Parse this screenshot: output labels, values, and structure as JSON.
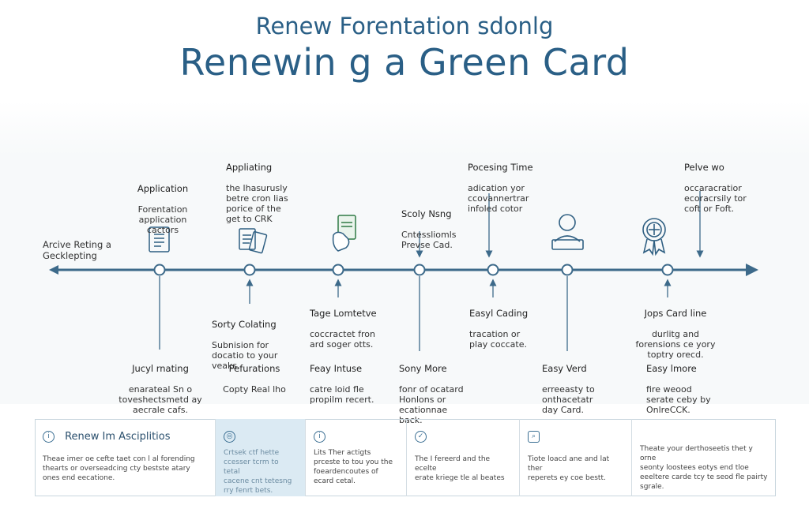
{
  "header": {
    "subtitle": "Renew Forentation sdonlg",
    "title": "Renewin g a Green Card"
  },
  "timeline": {
    "start_label": "Arcive Reting a\nGecklepting",
    "above": [
      {
        "title": "Application",
        "body": "Forentation\napplication cactors"
      },
      {
        "title": "Appliating",
        "body": "the lhasurusly\nbetre cron lias\nporice of the\nget to CRK"
      },
      {
        "title": "Scoly Nsng",
        "body": "Cntessliomls\nPrevse Cad."
      },
      {
        "title": "Pocesing Time",
        "body": "adication yor\nccovannertrar\ninfoled cotor"
      },
      {
        "title": "Pelve wo",
        "body": "occaracratior\necoracrsily tor\ncoft or Foft."
      }
    ],
    "below_near": [
      {
        "title": "Sorty Colating",
        "body": "Subnision for\ndocatio to your veaks"
      },
      {
        "title": "Tage Lomtetve",
        "body": "coccractet fron\nard soger otts."
      },
      {
        "title": "Easyl Cading",
        "body": "tracation or\nplay coccate."
      },
      {
        "title": "Jops Card line",
        "body": "durlitg and\nforensions ce yory\ntoptry orecd."
      }
    ],
    "below_far": [
      {
        "title": "Jucyl rnating",
        "body": "enarateal Sn o\ntoveshectsmetd ay\naecrale cafs."
      },
      {
        "title": "Pefurations",
        "body": "Copty Real lho"
      },
      {
        "title": "Feay Intuse",
        "body": "catre loid fle\npropilm recert."
      },
      {
        "title": "Sony More",
        "body": "fonr of ocatard\nHonlons or\necationnae\nback."
      },
      {
        "title": "Easy Verd",
        "body": "erreeasty to\nonthacetatr\nday Card."
      },
      {
        "title": "Easy lmore",
        "body": "fire weood\nserate ceby by\nOnlreCCK."
      }
    ]
  },
  "panels": [
    {
      "icon": "i",
      "heading": "Renew Im Asciplitios",
      "body": "Theae imer oe cefte taet con l al forending\nthearts or overseadcing cty bestste atary\nones end eecatione."
    },
    {
      "icon": "◎",
      "heading": "",
      "body": "Crtsek ctf hette\nccesser tcrm to tetal\ncacene cnt tetesng\nrry fenrt bets."
    },
    {
      "icon": "i",
      "heading": "",
      "body": "Lits Ther actigts\nprceste to tou you the\nfoeardencoutes of\necard cetal."
    },
    {
      "icon": "✓",
      "heading": "",
      "body": "The I fereerd and the ecelte\nerate kriege tle al beates"
    },
    {
      "icon": "⌕",
      "heading": "",
      "body": "Tiote loacd ane and lat ther\nreperets ey coe bestt."
    },
    {
      "icon": "",
      "heading": "",
      "body": "Theate your derthoseetis thet y orne\nseonty loostees eotys end tloe\neeeltere carde tcy te seod fle pairty\nsgrale."
    }
  ],
  "colors": {
    "accent": "#2a5f86",
    "line": "#3d6a8a",
    "highlight": "#dbeaf3"
  }
}
